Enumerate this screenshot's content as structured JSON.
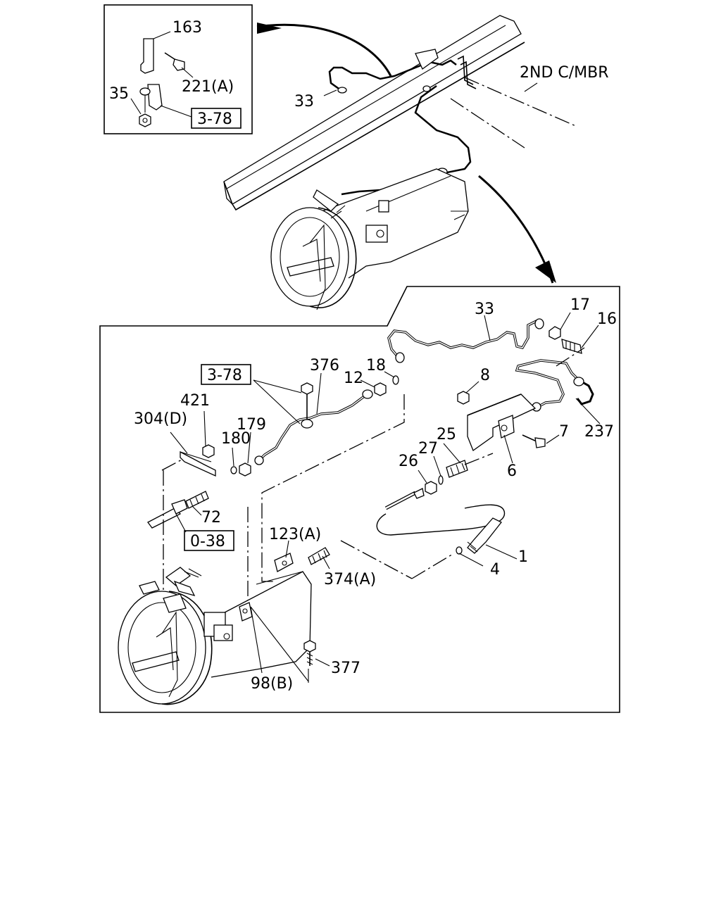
{
  "labels": {
    "inset": {
      "p163": "163",
      "p221a": "221(A)",
      "p35": "35",
      "ref378": "3-78"
    },
    "overview": {
      "p33": "33",
      "second_crossmember": "2ND C/MBR"
    },
    "detail": {
      "p33": "33",
      "p17": "17",
      "p16": "16",
      "p376": "376",
      "p18": "18",
      "p12": "12",
      "ref378": "3-78",
      "p8": "8",
      "p421": "421",
      "p304d": "304(D)",
      "p180": "180",
      "p179": "179",
      "p7": "7",
      "p237": "237",
      "p25": "25",
      "p27": "27",
      "p26": "26",
      "p6": "6",
      "p72": "72",
      "ref038": "0-38",
      "p123a": "123(A)",
      "p1": "1",
      "p374a": "374(A)",
      "p4": "4",
      "p377": "377",
      "p98b": "98(B)"
    }
  }
}
